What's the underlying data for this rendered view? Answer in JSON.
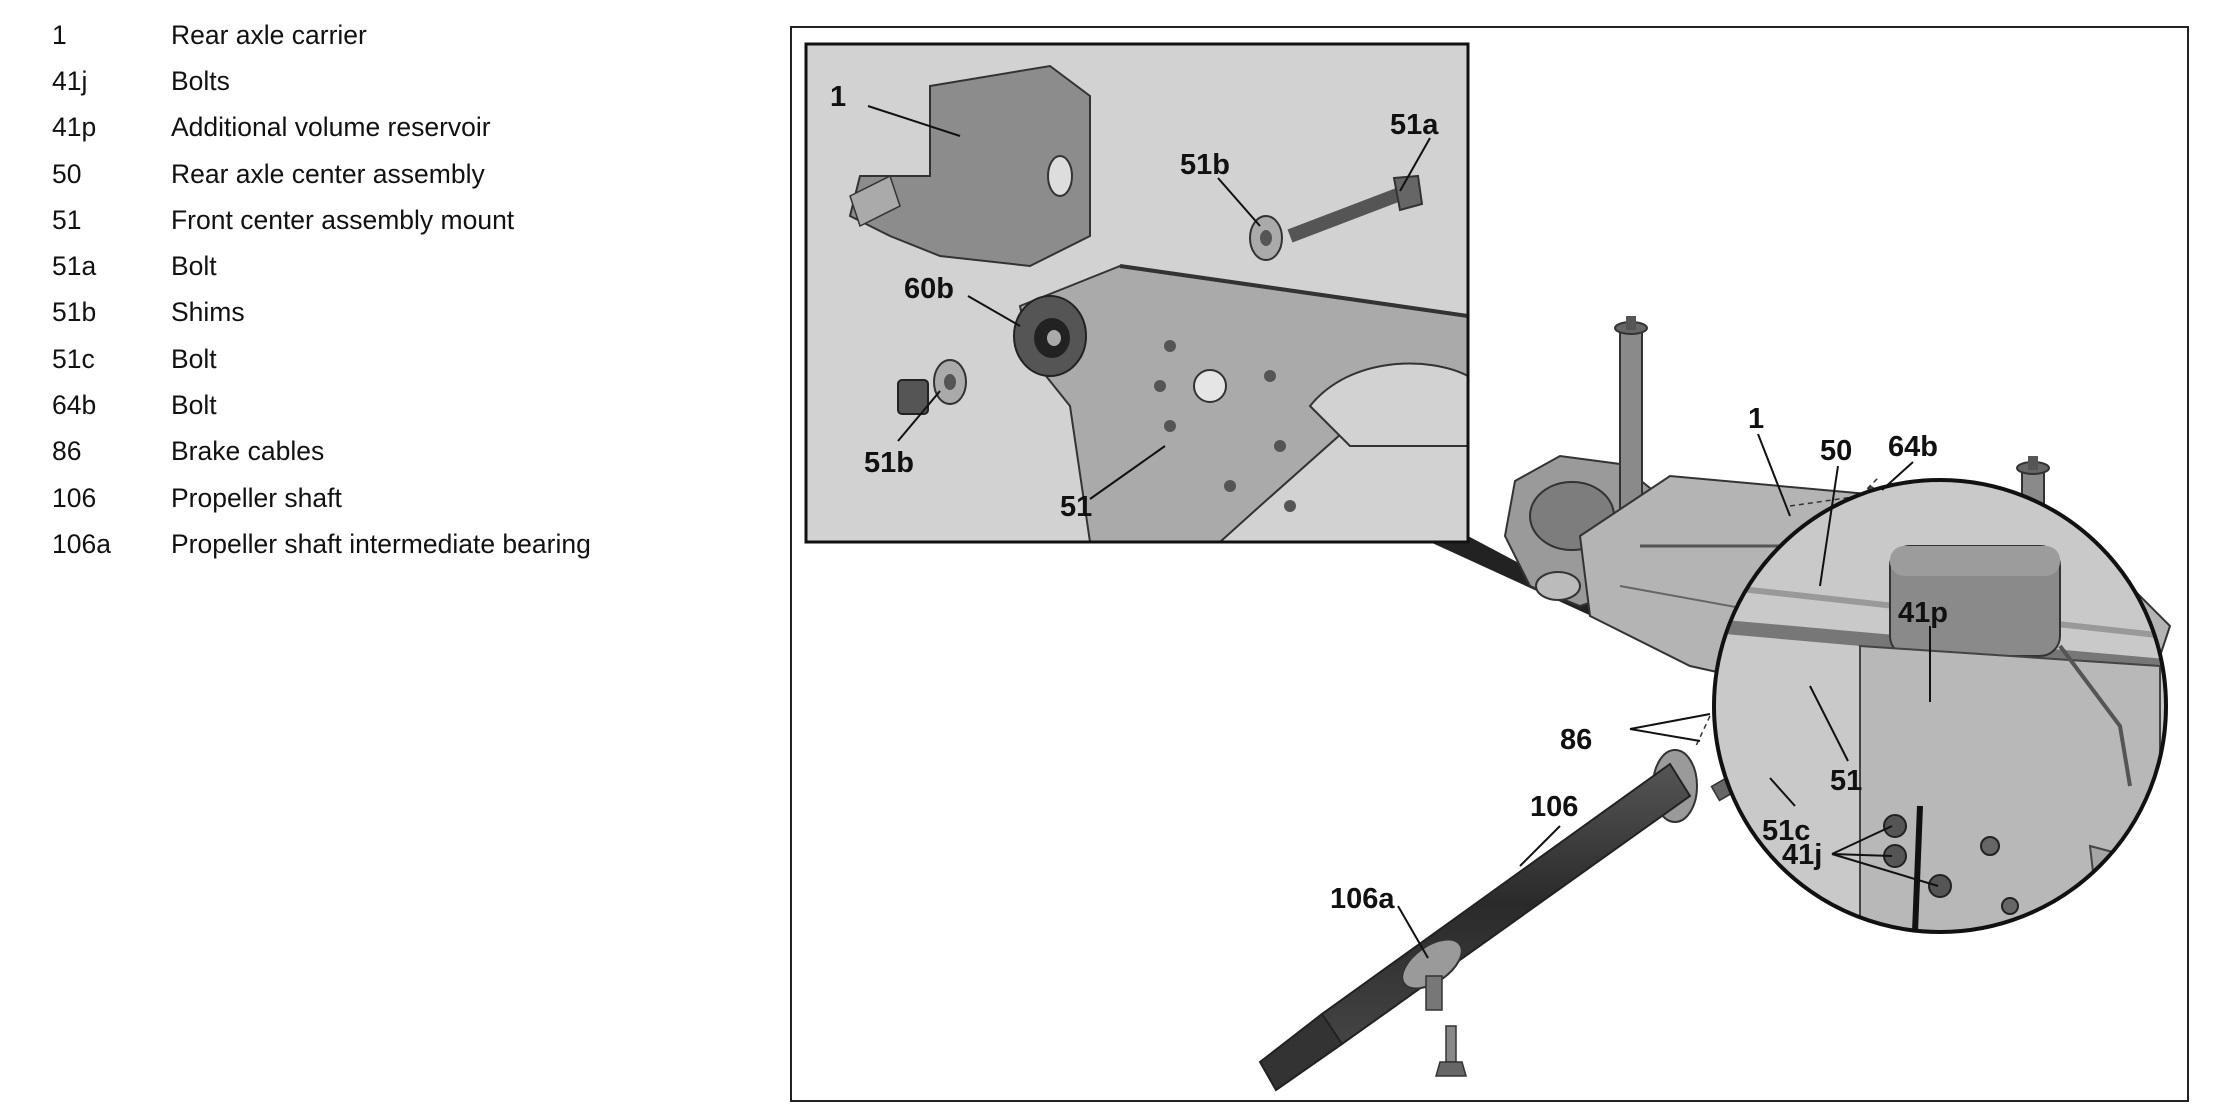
{
  "legend": [
    {
      "key": "1",
      "label": "Rear axle carrier"
    },
    {
      "key": "41j",
      "label": "Bolts"
    },
    {
      "key": "41p",
      "label": "Additional volume reservoir"
    },
    {
      "key": "50",
      "label": "Rear axle center assembly"
    },
    {
      "key": "51",
      "label": "Front center assembly mount"
    },
    {
      "key": "51a",
      "label": "Bolt"
    },
    {
      "key": "51b",
      "label": "Shims"
    },
    {
      "key": "51c",
      "label": "Bolt"
    },
    {
      "key": "64b",
      "label": "Bolt"
    },
    {
      "key": "86",
      "label": "Brake cables"
    },
    {
      "key": "106",
      "label": "Propeller shaft"
    },
    {
      "key": "106a",
      "label": "Propeller shaft intermediate bearing"
    }
  ],
  "callouts": {
    "inset_1": "1",
    "inset_51a": "51a",
    "inset_51b_top": "51b",
    "inset_60b": "60b",
    "inset_51b_bottom": "51b",
    "inset_51": "51",
    "main_1": "1",
    "main_50": "50",
    "main_64b": "64b",
    "main_86": "86",
    "main_51": "51",
    "main_51c": "51c",
    "main_106": "106",
    "main_106a": "106a",
    "circle_41p": "41p",
    "circle_41j": "41j"
  }
}
